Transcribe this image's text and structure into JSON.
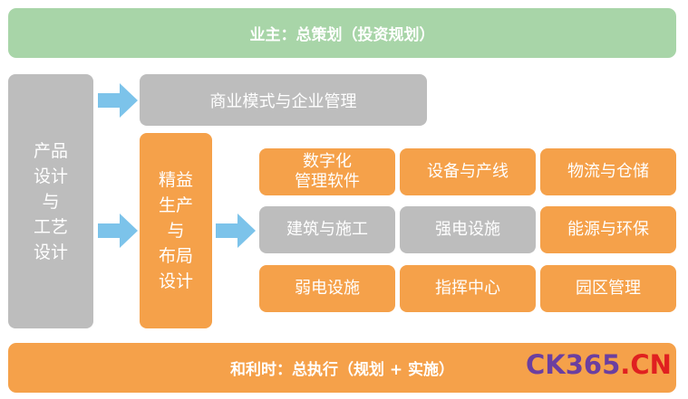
{
  "top_bar": {
    "label": "业主：总策划（投资规划）"
  },
  "left_column": {
    "lines": [
      "产品",
      "设计",
      "与",
      "工艺",
      "设计"
    ]
  },
  "business_bar": {
    "label": "商业模式与企业管理"
  },
  "middle_column": {
    "lines": [
      "精益",
      "生产",
      "与",
      "布局",
      "设计"
    ]
  },
  "grid": {
    "cells": [
      {
        "lines": [
          "数字化",
          "管理软件"
        ],
        "color": "orange"
      },
      {
        "lines": [
          "设备与产线"
        ],
        "color": "orange"
      },
      {
        "lines": [
          "物流与仓储"
        ],
        "color": "orange"
      },
      {
        "lines": [
          "建筑与施工"
        ],
        "color": "grey"
      },
      {
        "lines": [
          "强电设施"
        ],
        "color": "grey"
      },
      {
        "lines": [
          "能源与环保"
        ],
        "color": "orange"
      },
      {
        "lines": [
          "弱电设施"
        ],
        "color": "orange"
      },
      {
        "lines": [
          "指挥中心"
        ],
        "color": "orange"
      },
      {
        "lines": [
          "园区管理"
        ],
        "color": "orange"
      }
    ]
  },
  "bottom_bar": {
    "label": "和利时：总执行（规划 + 实施）"
  },
  "watermark": {
    "part1": "CK365",
    "part2": ".CN"
  },
  "colors": {
    "green": "#a8d5a8",
    "grey": "#bdbdbd",
    "orange": "#f5a14a",
    "arrow": "#7cc3ea",
    "watermark_purple": "#6b3fa0",
    "watermark_red": "#e02020"
  }
}
